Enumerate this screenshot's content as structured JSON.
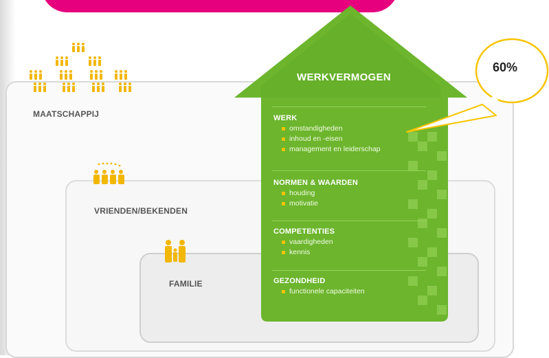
{
  "house": {
    "title": "WERKVERMOGEN",
    "sections": [
      {
        "heading": "WERK",
        "items": [
          "omstandigheden",
          "inhoud en -eisen",
          "management en leiderschap"
        ]
      },
      {
        "heading": "NORMEN & WAARDEN",
        "items": [
          "houding",
          "motivatie"
        ]
      },
      {
        "heading": "COMPETENTIES",
        "items": [
          "vaardigheden",
          "kennis"
        ]
      },
      {
        "heading": "GEZONDHEID",
        "items": [
          "functionele capaciteiten"
        ]
      }
    ]
  },
  "circles": {
    "maatschappij": "MAATSCHAPPIJ",
    "vrienden": "VRIENDEN/BEKENDEN",
    "familie": "FAMILIE"
  },
  "callout": {
    "value": "60%"
  },
  "colors": {
    "house_green": "#6cb52d",
    "accent_yellow": "#f7c400",
    "brand_pink": "#e6007e"
  }
}
